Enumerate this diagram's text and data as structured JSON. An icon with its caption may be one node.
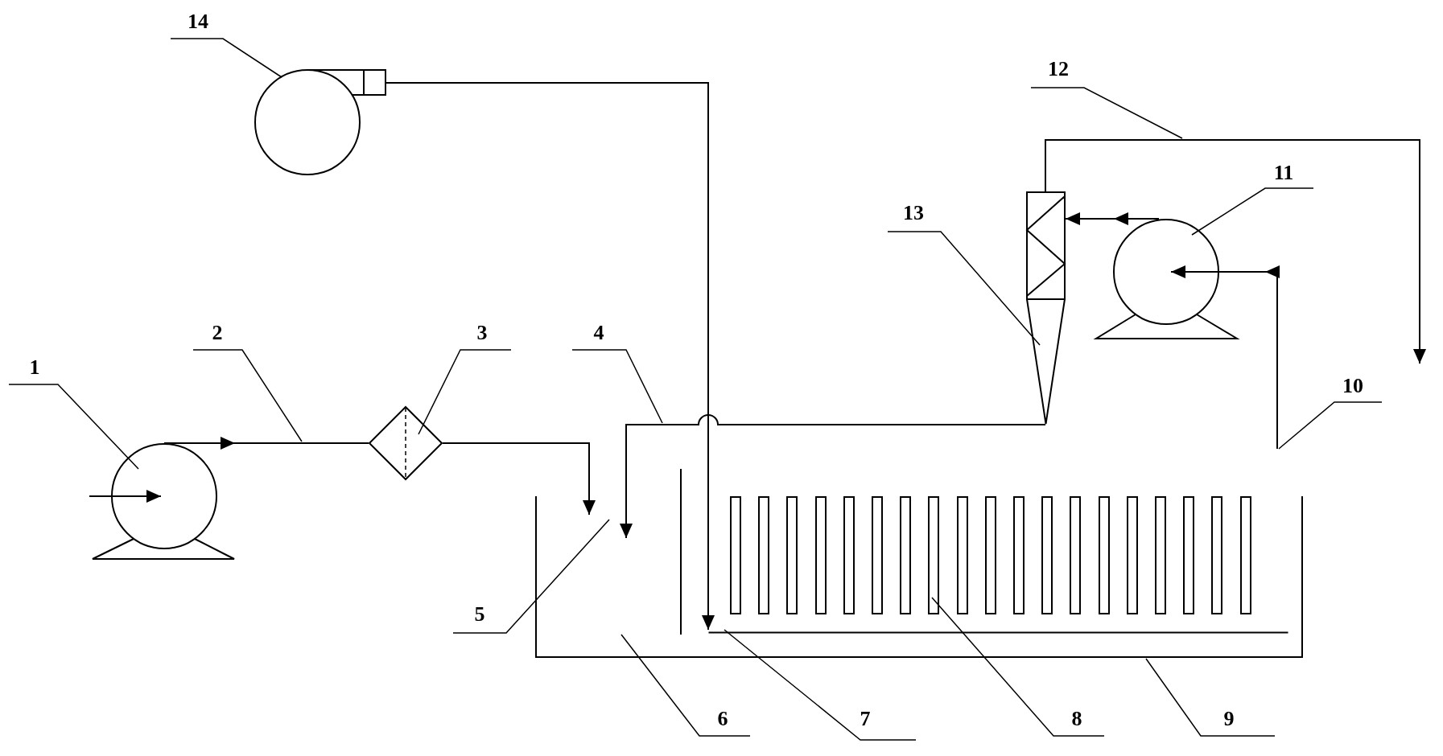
{
  "diagram": {
    "nodes": [
      {
        "text": [
          "14"
        ]
      },
      {
        "text": [],
        "shape": "circle"
      },
      {
        "text": [
          "12"
        ]
      },
      {
        "text": [
          "13"
        ]
      },
      {
        "text": [
          "11"
        ]
      },
      {
        "text": [],
        "shape": "cone"
      },
      {
        "text": [],
        "shape": "circle"
      },
      {
        "text": [
          "1"
        ]
      },
      {
        "text": [
          "2"
        ]
      },
      {
        "text": [
          "3"
        ]
      },
      {
        "text": [
          "4"
        ]
      },
      {
        "text": [
          "10"
        ]
      },
      {
        "text": [],
        "shape": "circle"
      },
      {
        "text": [],
        "shape": "diamond"
      },
      {
        "text": [],
        "shape": "box"
      },
      {
        "text": [
          "5"
        ]
      },
      {
        "text": [
          "6"
        ]
      },
      {
        "text": [],
        "shape": "bar",
        "in": 14
      },
      {
        "text": [],
        "shape": "bar",
        "in": 14
      },
      {
        "text": [],
        "shape": "bar",
        "in": 14
      },
      {
        "text": [],
        "shape": "bar",
        "in": 14
      },
      {
        "text": [],
        "shape": "bar",
        "in": 14
      },
      {
        "text": [],
        "shape": "bar",
        "in": 14
      },
      {
        "text": [],
        "shape": "bar",
        "in": 14
      },
      {
        "text": [],
        "shape": "bar",
        "in": 14
      },
      {
        "text": [],
        "shape": "bar",
        "in": 14
      },
      {
        "text": [],
        "shape": "bar",
        "in": 14
      },
      {
        "text": [],
        "shape": "bar",
        "in": 14
      },
      {
        "text": [],
        "shape": "bar",
        "in": 14
      },
      {
        "text": [],
        "shape": "bar",
        "in": 14
      },
      {
        "text": [],
        "shape": "bar",
        "in": 14
      },
      {
        "text": [],
        "shape": "bar",
        "in": 14
      },
      {
        "text": [],
        "shape": "bar",
        "in": 14
      },
      {
        "text": [],
        "shape": "bar",
        "in": 14
      },
      {
        "text": [],
        "shape": "bar",
        "in": 14
      },
      {
        "text": [],
        "shape": "bar",
        "in": 14
      },
      {
        "text": [],
        "shape": "bar",
        "in": 14
      },
      {
        "text": [
          "7"
        ]
      },
      {
        "text": [
          "8"
        ]
      },
      {
        "text": [
          "9"
        ]
      }
    ],
    "edges": [
      {
        "from": null,
        "to": 12,
        "arrow": "to"
      },
      {
        "from": 12,
        "to": 13,
        "arrow": "to"
      },
      {
        "from": 13,
        "to": 14,
        "arrow": "to"
      },
      {
        "from": 5,
        "to": 14,
        "arrow": "to"
      },
      {
        "from": 1,
        "to": 17,
        "arrow": "to"
      },
      {
        "from": 14,
        "to": 6,
        "arrow": "to"
      },
      {
        "from": 6,
        "to": 5,
        "arrow": "to"
      },
      {
        "from": 5,
        "to": null,
        "arrow": "to"
      },
      {
        "from": 0,
        "to": 1,
        "arrow": "none"
      },
      {
        "from": 2,
        "to": null,
        "arrow": "none"
      },
      {
        "from": 3,
        "to": 5,
        "arrow": "none"
      },
      {
        "from": 4,
        "to": 6,
        "arrow": "none"
      },
      {
        "from": 7,
        "to": 12,
        "arrow": "none"
      },
      {
        "from": 8,
        "to": null,
        "arrow": "none"
      },
      {
        "from": 9,
        "to": 13,
        "arrow": "none"
      },
      {
        "from": 10,
        "to": null,
        "arrow": "none"
      },
      {
        "from": 11,
        "to": null,
        "arrow": "none"
      },
      {
        "from": 15,
        "to": 14,
        "arrow": "none"
      },
      {
        "from": 16,
        "to": 14,
        "arrow": "none"
      },
      {
        "from": 37,
        "to": 17,
        "arrow": "none"
      },
      {
        "from": 38,
        "to": 25,
        "arrow": "none"
      },
      {
        "from": 39,
        "to": 14,
        "arrow": "none"
      }
    ]
  }
}
